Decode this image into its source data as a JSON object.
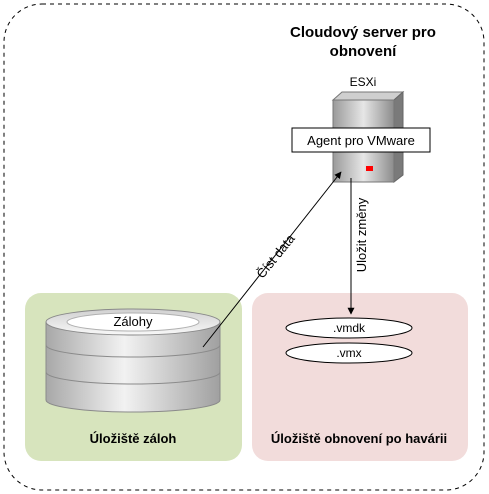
{
  "cloud": {
    "title_line1": "Cloudový server pro",
    "title_line2": "obnovení"
  },
  "esxi": {
    "label": "ESXi",
    "agent_label": "Agent pro VMware"
  },
  "backup_storage": {
    "label": "Úložiště záloh",
    "disk_label": "Zálohy",
    "color": "#d7e4bd"
  },
  "recovery_storage": {
    "label": "Úložiště obnovení po havárii",
    "files": [
      ".vmdk",
      ".vmx"
    ],
    "color": "#f2dcdb"
  },
  "arrows": {
    "read_data": "Číst data",
    "save_changes": "Uložit změny"
  },
  "colors": {
    "indicator_red": "#ff0000",
    "border_dash": "#000000"
  }
}
